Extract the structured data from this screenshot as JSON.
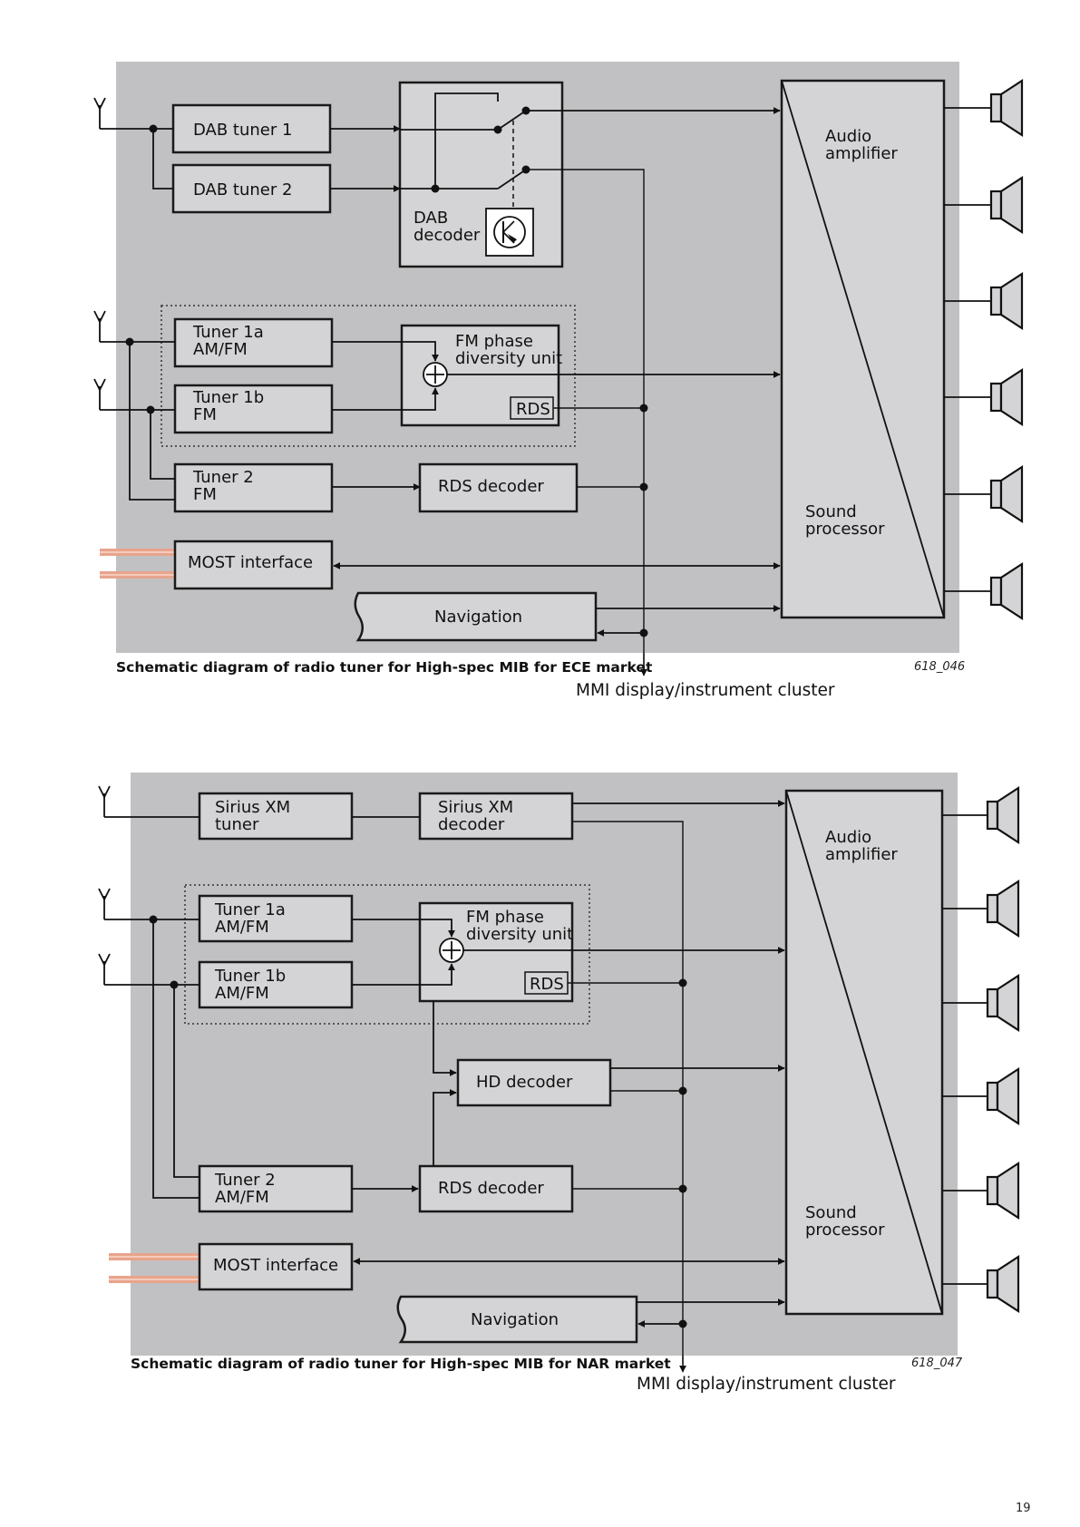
{
  "page_number": "19",
  "diagram_ece": {
    "caption": "Schematic diagram of radio tuner for High-spec MIB for ECE market",
    "ref_code": "618_046",
    "output_label": "MMI display/instrument cluster",
    "dab_tuner_1": "DAB tuner 1",
    "dab_tuner_2": "DAB tuner 2",
    "dab_decoder_line1": "DAB",
    "dab_decoder_line2": "decoder",
    "tuner1a_line1": "Tuner 1a",
    "tuner1a_line2": "AM/FM",
    "tuner1b_line1": "Tuner 1b",
    "tuner1b_line2": "FM",
    "fm_phase_line1": "FM phase",
    "fm_phase_line2": "diversity unit",
    "rds": "RDS",
    "tuner2_line1": "Tuner 2",
    "tuner2_line2": "FM",
    "rds_decoder": "RDS decoder",
    "most_interface": "MOST interface",
    "navigation": "Navigation",
    "audio_amp_line1": "Audio",
    "audio_amp_line2": "amplifier",
    "sound_proc_line1": "Sound",
    "sound_proc_line2": "processor"
  },
  "diagram_nar": {
    "caption": "Schematic diagram of radio tuner for High-spec MIB for NAR market",
    "ref_code": "618_047",
    "output_label": "MMI display/instrument cluster",
    "sirius_tuner_line1": "Sirius XM",
    "sirius_tuner_line2": "tuner",
    "sirius_decoder_line1": "Sirius XM",
    "sirius_decoder_line2": "decoder",
    "tuner1a_line1": "Tuner 1a",
    "tuner1a_line2": "AM/FM",
    "tuner1b_line1": "Tuner 1b",
    "tuner1b_line2": "AM/FM",
    "fm_phase_line1": "FM phase",
    "fm_phase_line2": "diversity unit",
    "rds": "RDS",
    "hd_decoder": "HD decoder",
    "tuner2_line1": "Tuner 2",
    "tuner2_line2": "AM/FM",
    "rds_decoder": "RDS decoder",
    "most_interface": "MOST interface",
    "navigation": "Navigation",
    "audio_amp_line1": "Audio",
    "audio_amp_line2": "amplifier",
    "sound_proc_line1": "Sound",
    "sound_proc_line2": "processor"
  },
  "colors": {
    "panel": "#c1c1c3",
    "box": "#d4d4d6",
    "most_cable": "#e8a48c"
  }
}
